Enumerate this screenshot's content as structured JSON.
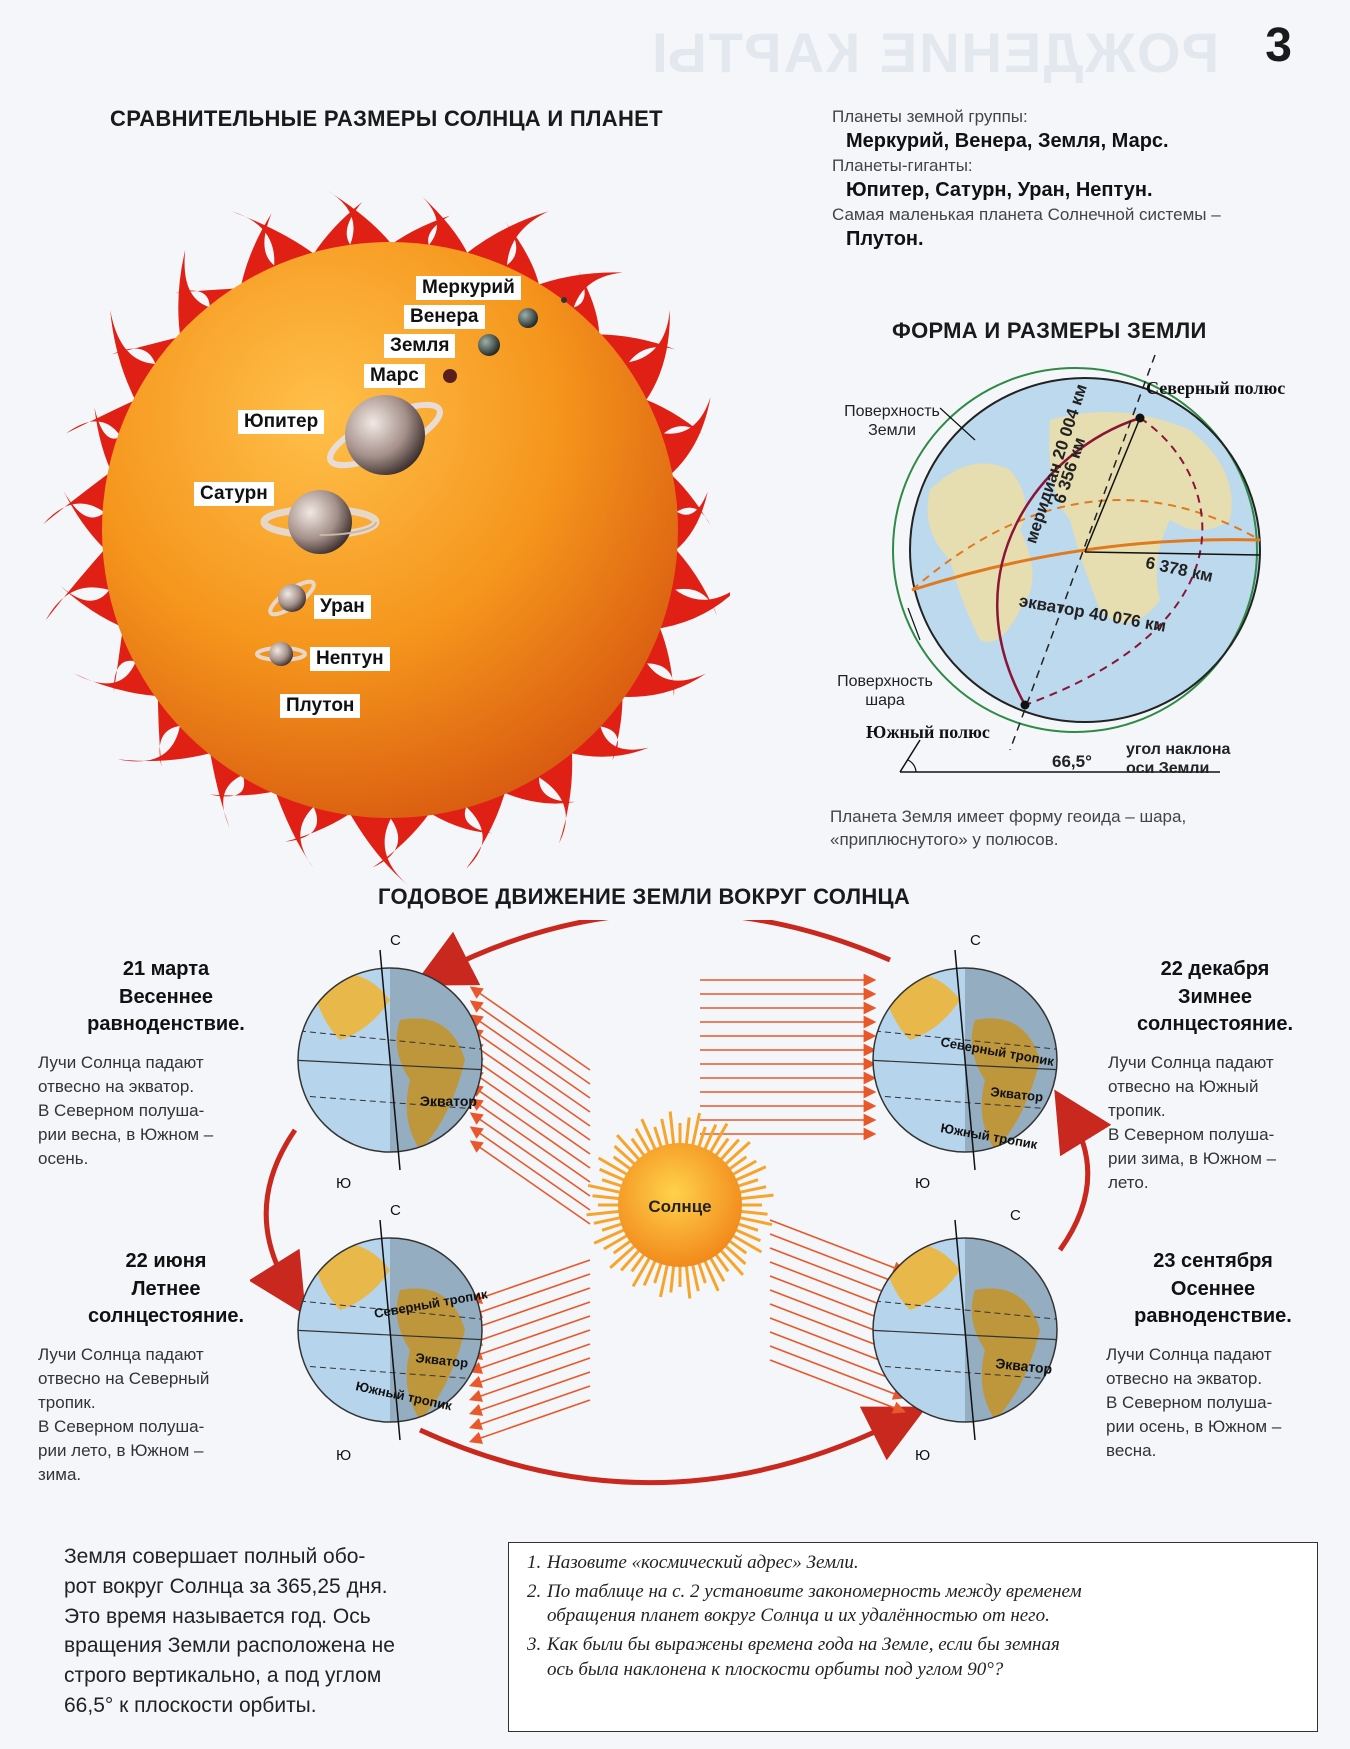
{
  "page": {
    "watermark": "РОЖДЕНИЕ КАРТЫ",
    "number": "3"
  },
  "colors": {
    "sun_orange": "#f28a1c",
    "flame_red": "#e02014",
    "arrow_red": "#c8281e",
    "land": "#e8b84a",
    "ocean": "#a9cbe6"
  },
  "section_sun": {
    "title": "СРАВНИТЕЛЬНЫЕ РАЗМЕРЫ СОЛНЦА И ПЛАНЕТ",
    "planets": [
      "Меркурий",
      "Венера",
      "Земля",
      "Марс",
      "Юпитер",
      "Сатурн",
      "Уран",
      "Нептун",
      "Плутон"
    ]
  },
  "info": {
    "terrestrial_label": "Планеты земной группы:",
    "terrestrial_list": "Меркурий, Венера, Земля, Марс.",
    "giants_label": "Планеты-гиганты:",
    "giants_list": "Юпитер, Сатурн, Уран, Нептун.",
    "smallest_label": "Самая маленькая планета Солнечной системы –",
    "smallest_name": "Плутон."
  },
  "section_earth": {
    "title": "ФОРМА И РАЗМЕРЫ ЗЕМЛИ",
    "north_pole": "Северный полюс",
    "south_pole": "Южный полюс",
    "earth_surface_1": "Поверхность",
    "earth_surface_2": "Земли",
    "sphere_surface_1": "Поверхность",
    "sphere_surface_2": "шара",
    "meridian": "меридиан 20 004 км",
    "polar_radius": "6 356 км",
    "equatorial_radius": "6 378 км",
    "equator": "экватор  40 076 км",
    "angle": "66,5°",
    "tilt_1": "угол наклона",
    "tilt_2": "оси Земли",
    "caption_1": "Планета Земля имеет форму геоида – шара,",
    "caption_2": "«приплюснутого» у полюсов."
  },
  "section_orbit": {
    "title": "ГОДОВОЕ ДВИЖЕНИЕ ЗЕМЛИ ВОКРУГ СОЛНЦА",
    "sun_label": "Солнце",
    "north_letter": "С",
    "south_letter": "Ю",
    "equator_label": "Экватор",
    "north_tropic": "Северный тропик",
    "south_tropic": "Южный тропик",
    "march": {
      "date": "21 марта",
      "name_1": "Весеннее",
      "name_2": "равноденствие.",
      "text": [
        "Лучи Солнца падают",
        "отвесно на экватор.",
        "В Северном полуша-",
        "рии весна, в Южном –",
        "осень."
      ]
    },
    "december": {
      "date": "22 декабря",
      "name_1": "Зимнее",
      "name_2": "солнцестояние.",
      "text": [
        "Лучи Солнца падают",
        "отвесно на Южный",
        "тропик.",
        "В Северном полуша-",
        "рии зима, в Южном –",
        "лето."
      ]
    },
    "june": {
      "date": "22 июня",
      "name_1": "Летнее",
      "name_2": "солнцестояние.",
      "text": [
        "Лучи Солнца падают",
        "отвесно на Северный",
        "тропик.",
        "В Северном полуша-",
        "рии лето, в Южном –",
        "зима."
      ]
    },
    "september": {
      "date": "23 сентября",
      "name_1": "Осеннее",
      "name_2": "равноденствие.",
      "text": [
        "Лучи Солнца падают",
        "отвесно на экватор.",
        "В Северном полуша-",
        "рии осень, в Южном –",
        "весна."
      ]
    }
  },
  "bottom": {
    "text": [
      "Земля совершает полный обо-",
      "рот вокруг Солнца за 365,25 дня.",
      "Это время называется год. Ось",
      "вращения Земли расположена не",
      "строго вертикально, а под углом",
      "66,5° к плоскости орбиты."
    ]
  },
  "questions": [
    {
      "num": "1.",
      "lines": [
        "Назовите «космический адрес» Земли."
      ]
    },
    {
      "num": "2.",
      "lines": [
        "По таблице на с. 2 установите закономерность между временем",
        "обращения планет вокруг Солнца и их удалённостью от него."
      ]
    },
    {
      "num": "3.",
      "lines": [
        "Как были бы выражены времена года на Земле, если бы земная",
        "ось была наклонена к плоскости орбиты под углом 90°?"
      ]
    }
  ]
}
